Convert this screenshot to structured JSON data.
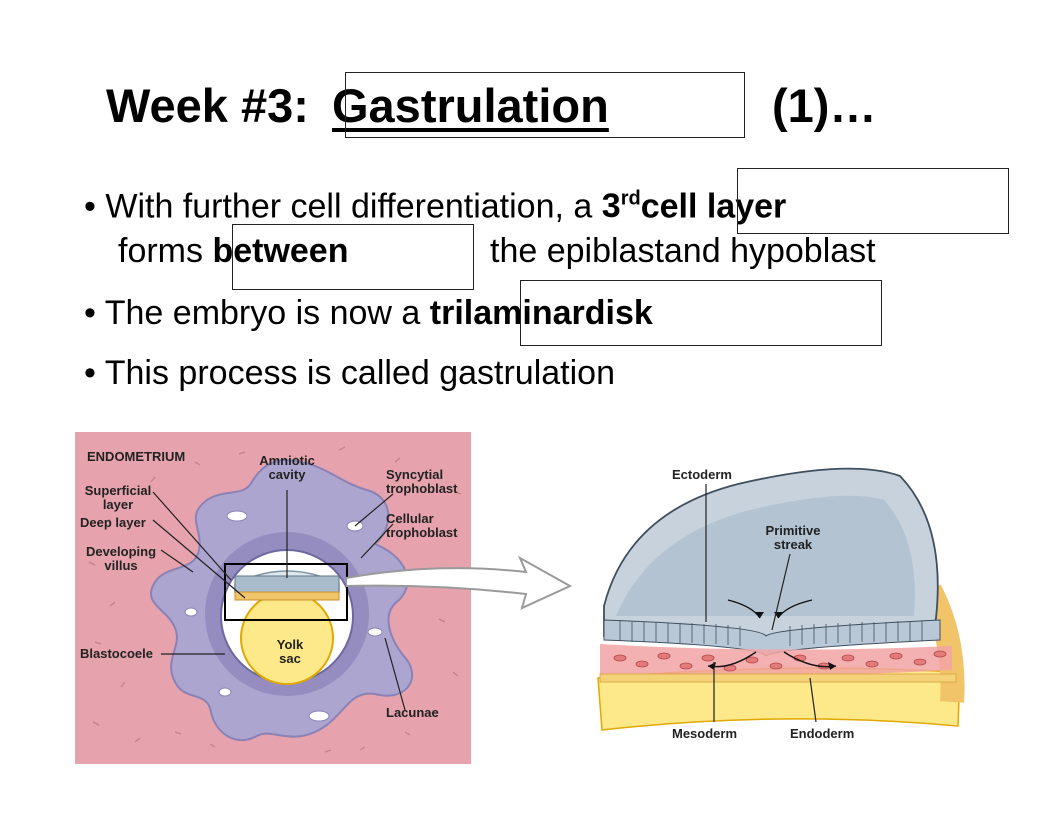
{
  "slide": {
    "title_prefix": "Week #3:",
    "title_keyword": "Gastrulation",
    "title_suffix": "(1)…"
  },
  "bullets": {
    "b1_pre": "With further cell differentiation, a",
    "b1_ordinal": "3",
    "b1_sup": "rd",
    "b1_post": "cell layer",
    "b1_line2_pre": "forms",
    "b1_line2_key": "between",
    "b1_line2_post": "the epiblastand hypoblast",
    "b2_pre": "The embryo is now a",
    "b2_key": "trilaminardisk",
    "b3": "This process is called gastrulation",
    "marker": "•"
  },
  "figure_left": {
    "endometrium": "ENDOMETRIUM",
    "superficial_1": "Superficial",
    "superficial_2": "layer",
    "deep": "Deep layer",
    "developing_1": "Developing",
    "developing_2": "villus",
    "blastocoele": "Blastocoele",
    "amniotic_1": "Amniotic",
    "amniotic_2": "cavity",
    "syncytial_1": "Syncytial",
    "syncytial_2": "trophoblast",
    "cellular_1": "Cellular",
    "cellular_2": "trophoblast",
    "yolk_1": "Yolk",
    "yolk_2": "sac",
    "lacunae": "Lacunae"
  },
  "figure_right": {
    "ectoderm": "Ectoderm",
    "primitive_1": "Primitive",
    "primitive_2": "streak",
    "mesoderm": "Mesoderm",
    "endoderm": "Endoderm"
  },
  "colors": {
    "endometrium_pink": "#e6a3ad",
    "trophoblast_lavender": "#aca5cf",
    "yolk_yellow": "#fde88a",
    "amnion_blue": "#a9bccb",
    "mesoderm_pink": "#f2a3a3"
  }
}
